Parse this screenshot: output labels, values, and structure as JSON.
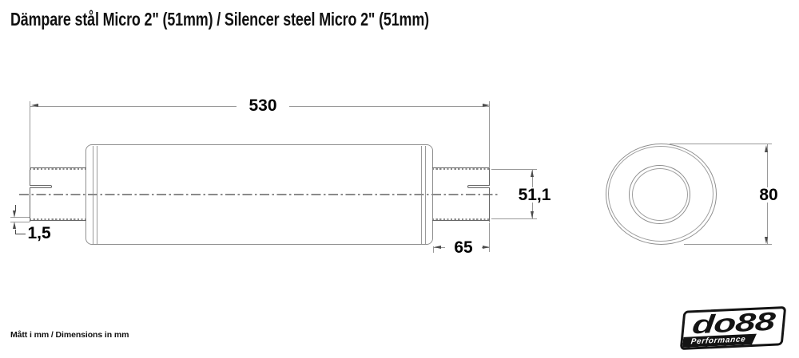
{
  "title": "Dämpare stål Micro 2\" (51mm) / Silencer steel Micro 2\" (51mm)",
  "footer_note": "Mått i mm / Dimensions in mm",
  "logo": {
    "brand": "do88",
    "tagline": "Performance"
  },
  "drawing": {
    "type": "technical_drawing",
    "dimensions": {
      "overall_length": "530",
      "pipe_diameter": "51,1",
      "stub_length": "65",
      "wall_thickness": "1,5",
      "body_diameter": "80"
    },
    "colors": {
      "outline": "#8f8f8f",
      "pipe_line": "#666666",
      "dimension_line": "#999999",
      "arrow": "#4a4a4a",
      "text": "#000000",
      "logo": "#141414"
    }
  }
}
